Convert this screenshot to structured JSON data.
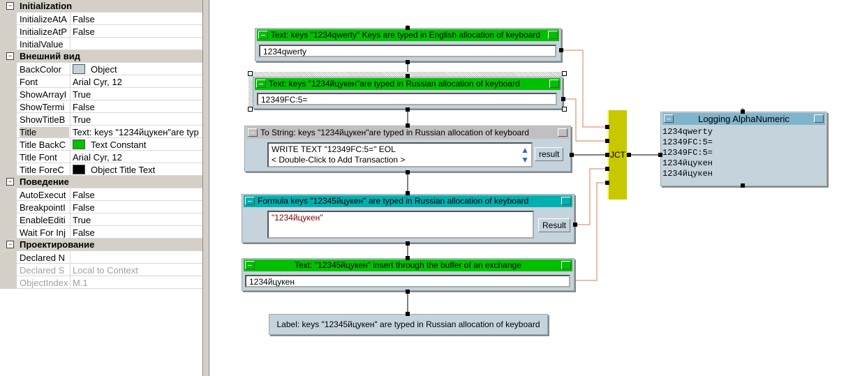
{
  "properties": {
    "sections": [
      {
        "title": "Initialization",
        "rows": [
          {
            "name": "InitializeAtA",
            "value": "False"
          },
          {
            "name": "InitializeAtP",
            "value": "False"
          },
          {
            "name": "InitialValue",
            "value": ""
          }
        ]
      },
      {
        "title": "Внешний вид",
        "rows": [
          {
            "name": "BackColor",
            "value": "Object",
            "swatch": "#c5d3dc"
          },
          {
            "name": "Font",
            "value": "Arial Cyr, 12"
          },
          {
            "name": "ShowArrayI",
            "value": "True"
          },
          {
            "name": "ShowTermi",
            "value": "False"
          },
          {
            "name": "ShowTitleB",
            "value": "True"
          },
          {
            "name": "Title",
            "value": "Text: keys \"1234йцукен\"are typ",
            "selected": true
          },
          {
            "name": "Title BackC",
            "value": "Text Constant",
            "swatch": "#00c000"
          },
          {
            "name": "Title Font",
            "value": "Arial Cyr, 12"
          },
          {
            "name": "Title ForeC",
            "value": "Object Title Text",
            "swatch": "#000000"
          }
        ]
      },
      {
        "title": "Поведение",
        "rows": [
          {
            "name": "AutoExecut",
            "value": "False"
          },
          {
            "name": "BreakpointI",
            "value": "False"
          },
          {
            "name": "EnableEditi",
            "value": "True"
          },
          {
            "name": "Wait For Inj",
            "value": "False"
          }
        ]
      },
      {
        "title": "Проектирование",
        "rows": [
          {
            "name": "Declared N",
            "value": ""
          },
          {
            "name": "Declared S",
            "value": "Local to Context",
            "disabled": true
          },
          {
            "name": "ObjectIndex",
            "value": "M.1",
            "disabled": true
          }
        ]
      }
    ]
  },
  "canvas": {
    "text1": {
      "title": "Text: keys \"1234qwerty\" Keys are typed in English allocation of keyboard",
      "value": "1234qwerty"
    },
    "text2": {
      "title": "Text: keys \"1234йцукен\"are typed in Russian allocation of keyboard",
      "value": "12349FC:5="
    },
    "tostring": {
      "title": "To String: keys \"1234йцукен\"are typed in Russian allocation of keyboard",
      "lines": [
        "WRITE TEXT \"12349FC:5=\" EOL",
        "< Double-Click to Add Transaction >"
      ],
      "output": "result"
    },
    "formula": {
      "title": "Formula keys \"12345йцукен\" are typed in Russian allocation of keyboard",
      "value": "\"1234йцукен\"",
      "output": "Result"
    },
    "text3": {
      "title": "Text: \"12345йцукен\" insert through the buffer of an exchange",
      "value": "1234йцукен"
    },
    "label": {
      "text": "Label: keys \"12345йцукен\" are typed in Russian allocation of keyboard"
    },
    "jct": {
      "label": "JCT"
    },
    "logger": {
      "title": "Logging AlphaNumeric",
      "lines": [
        "1234qwerty",
        "12349FC:5=",
        "12349FC:5=",
        "1234йцукен",
        "1234йцукен"
      ]
    }
  },
  "colors": {
    "text_title": "#00c000",
    "formula_title": "#00b0b0",
    "tostring_title": "#c0c0c0",
    "logger_title": "#7fb4cc",
    "jct": "#c8c800",
    "wire": "#e07850"
  }
}
